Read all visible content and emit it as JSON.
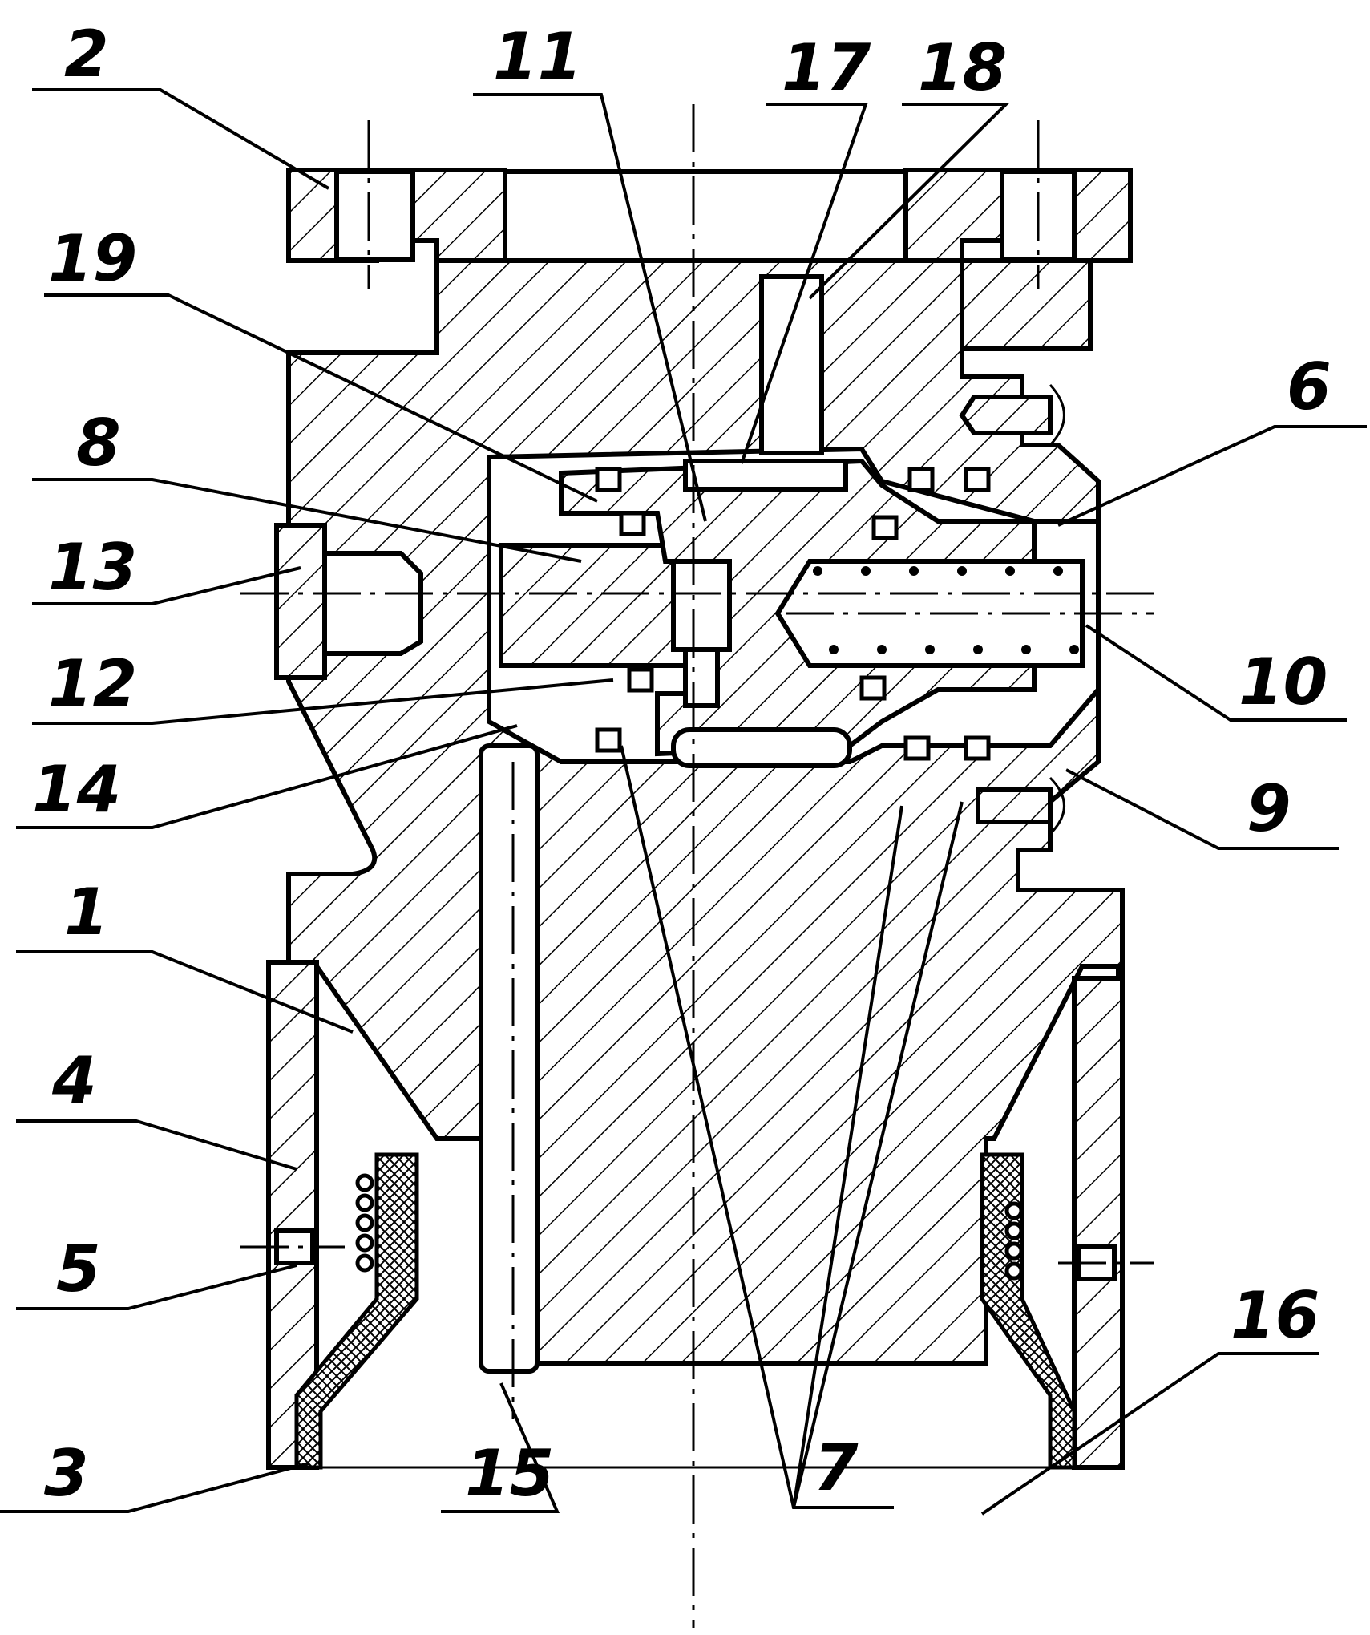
{
  "drawing": {
    "callouts": [
      {
        "id": "c1",
        "label": "1"
      },
      {
        "id": "c2",
        "label": "2"
      },
      {
        "id": "c3",
        "label": "3"
      },
      {
        "id": "c4",
        "label": "4"
      },
      {
        "id": "c5",
        "label": "5"
      },
      {
        "id": "c6",
        "label": "6"
      },
      {
        "id": "c7",
        "label": "7"
      },
      {
        "id": "c8",
        "label": "8"
      },
      {
        "id": "c9",
        "label": "9"
      },
      {
        "id": "c10",
        "label": "10"
      },
      {
        "id": "c11",
        "label": "11"
      },
      {
        "id": "c12",
        "label": "12"
      },
      {
        "id": "c13",
        "label": "13"
      },
      {
        "id": "c14",
        "label": "14"
      },
      {
        "id": "c15",
        "label": "15"
      },
      {
        "id": "c16",
        "label": "16"
      },
      {
        "id": "c17",
        "label": "17"
      },
      {
        "id": "c18",
        "label": "18"
      },
      {
        "id": "c19",
        "label": "19"
      }
    ],
    "colors": {
      "ink": "#000000",
      "paper": "#ffffff"
    }
  }
}
